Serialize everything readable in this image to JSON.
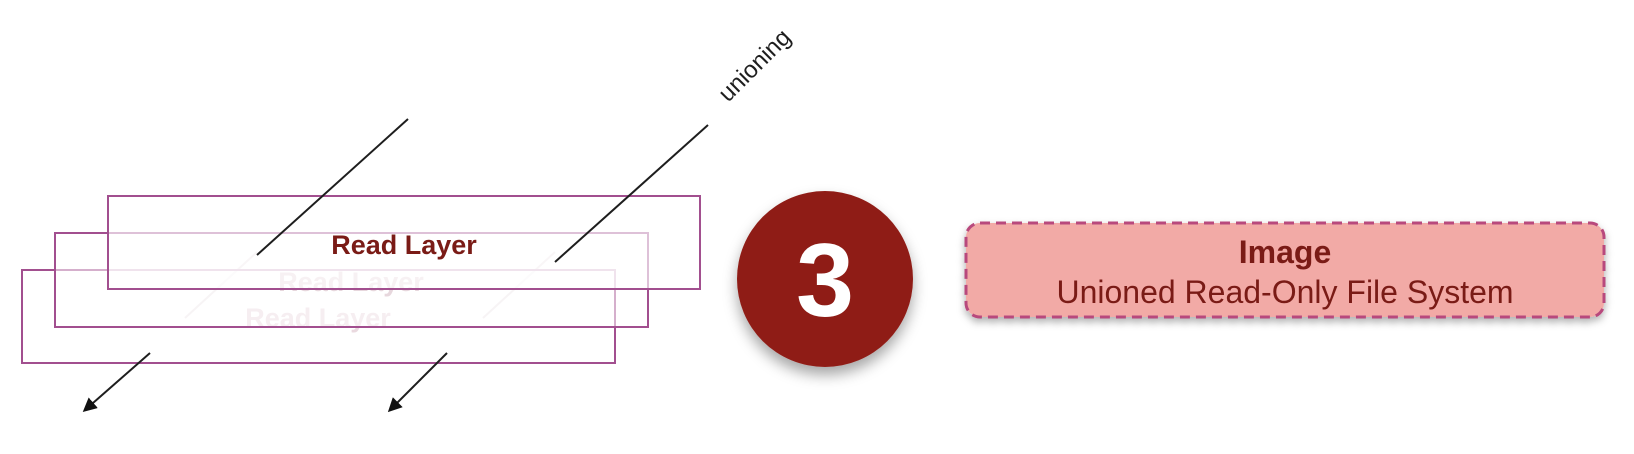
{
  "step_number": "3",
  "unioning_label": "unioning",
  "layers": [
    {
      "label": "Read Layer",
      "state": "front"
    },
    {
      "label": "Read Layer",
      "state": "middle"
    },
    {
      "label": "Read Layer",
      "state": "back"
    }
  ],
  "image_box": {
    "title": "Image",
    "subtitle": "Unioned Read-Only File System"
  },
  "colors": {
    "layer_border": "#a24f8f",
    "front_text": "#7a1b16",
    "faded_text": "#e7d7dd",
    "circle_fill": "#8f1d17",
    "image_box_fill": "#f2aaa6",
    "image_box_border": "#b84a7d"
  }
}
